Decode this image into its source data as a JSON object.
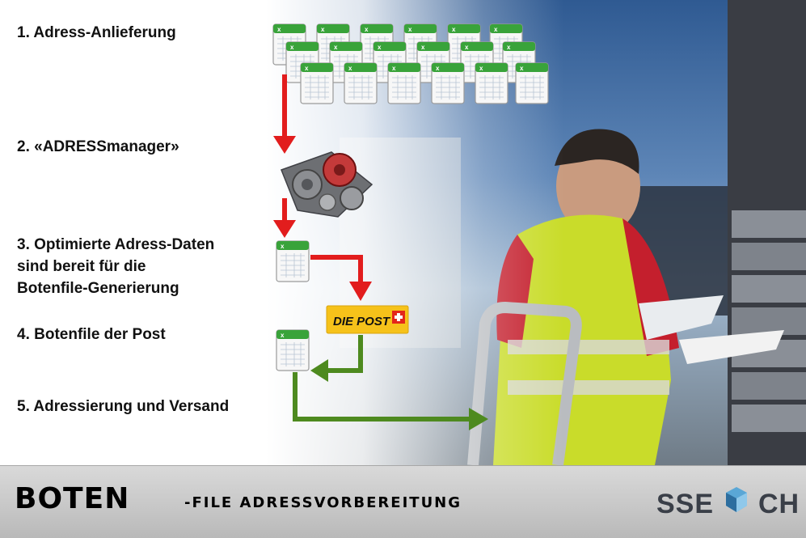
{
  "steps": [
    {
      "label": "1. Adress-Anlieferung"
    },
    {
      "label": "2. «ADRESSmanager»"
    },
    {
      "label": "3. Optimierte Adress-Daten\n    sind bereit für die\n    Botenfile-Generierung"
    },
    {
      "label": "4. Botenfile der Post"
    },
    {
      "label": "5. Adressierung und Versand"
    }
  ],
  "badge": {
    "text": "DIE POST"
  },
  "title": {
    "main": "BOTEN",
    "sub": "-FILE ADRESSVORBEREITUNG"
  },
  "logo": {
    "left": "SSE",
    "right": "CH"
  },
  "colors": {
    "red_arrow": "#e21d1d",
    "green_arrow": "#4e8a1f",
    "excel_green": "#39a33a",
    "post_yellow": "#f6c21a",
    "post_red": "#e3261b"
  },
  "icons": [
    "spreadsheet-icon",
    "gears-puzzle-icon",
    "swiss-cross-icon",
    "photo-postwoman-delivering-mail"
  ]
}
